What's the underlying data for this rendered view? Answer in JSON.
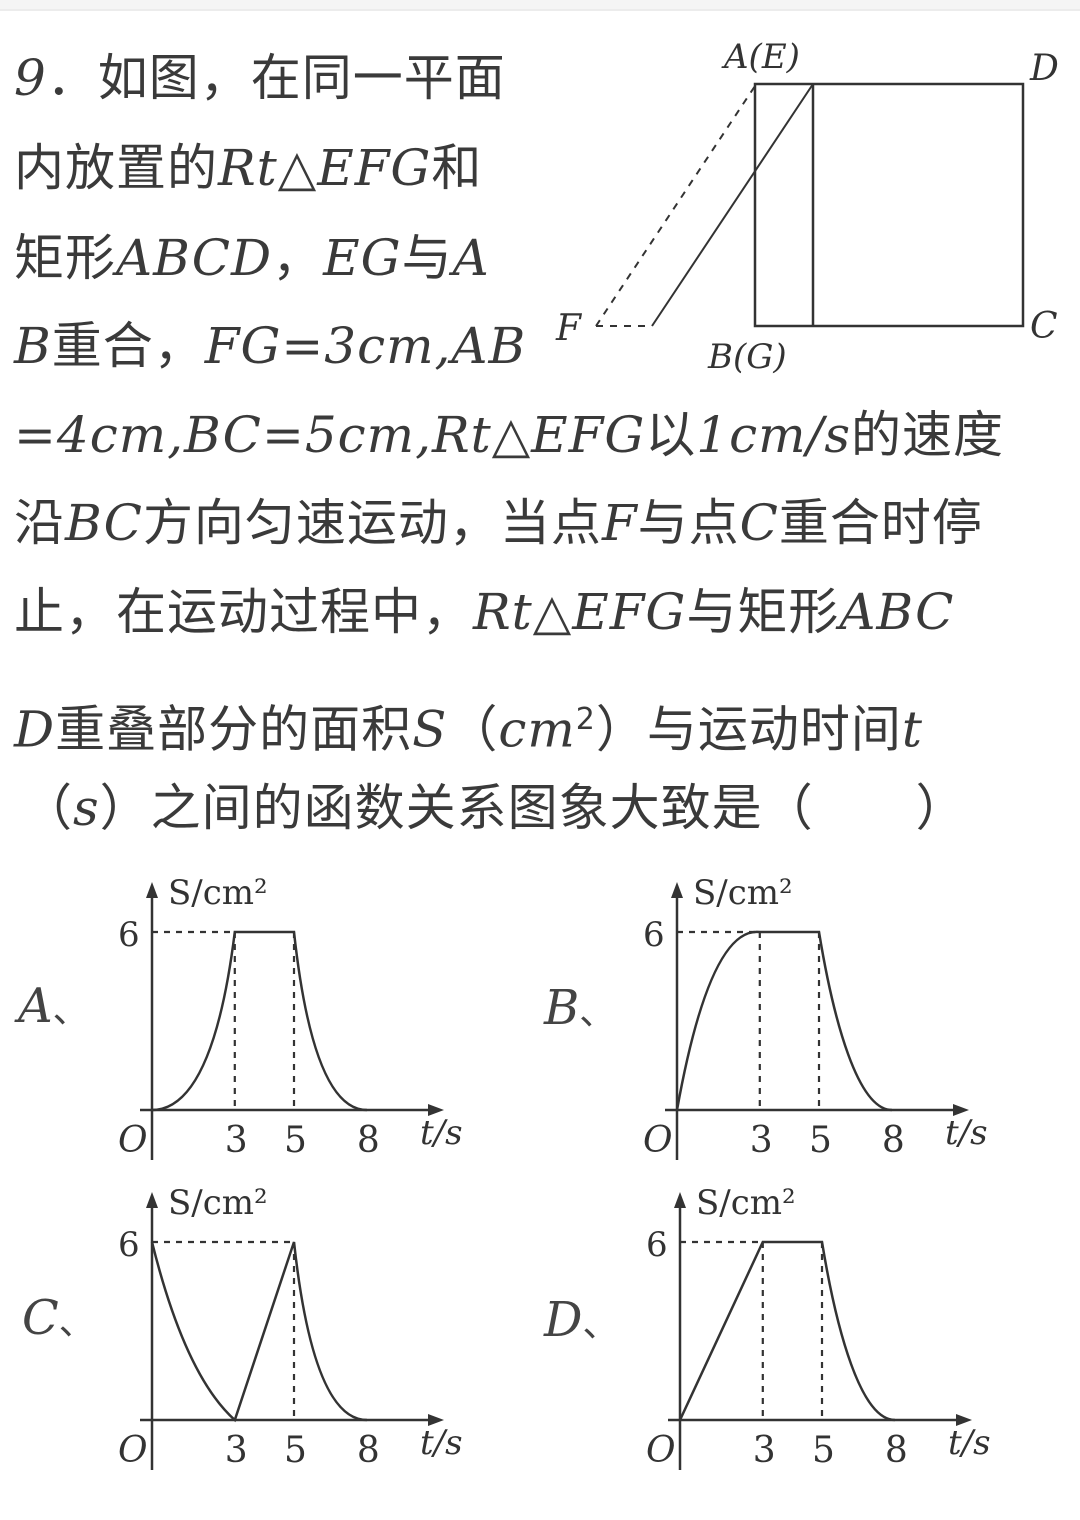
{
  "question": {
    "number": "9",
    "lines": [
      [
        {
          "t": "9",
          "m": true
        },
        {
          "t": "．如图，在同一平面"
        }
      ],
      [
        {
          "t": "内放置的"
        },
        {
          "t": "Rt△EFG",
          "m": true
        },
        {
          "t": "和"
        }
      ],
      [
        {
          "t": "矩形"
        },
        {
          "t": "ABCD",
          "m": true
        },
        {
          "t": "，"
        },
        {
          "t": "EG",
          "m": true
        },
        {
          "t": "与"
        },
        {
          "t": "A",
          "m": true
        }
      ],
      [
        {
          "t": "B",
          "m": true
        },
        {
          "t": "重合，"
        },
        {
          "t": "FG=3cm,AB",
          "m": true
        }
      ],
      [
        {
          "t": "=4cm,BC=5cm,Rt△EFG",
          "m": true
        },
        {
          "t": "以"
        },
        {
          "t": "1cm/s",
          "m": true
        },
        {
          "t": "的速度"
        }
      ],
      [
        {
          "t": "沿"
        },
        {
          "t": "BC",
          "m": true
        },
        {
          "t": "方向匀速运动，当点"
        },
        {
          "t": "F",
          "m": true
        },
        {
          "t": "与点"
        },
        {
          "t": "C",
          "m": true
        },
        {
          "t": "重合时停"
        }
      ],
      [
        {
          "t": "止，在运动过程中，"
        },
        {
          "t": "Rt△EFG",
          "m": true
        },
        {
          "t": "与矩形"
        },
        {
          "t": "ABC",
          "m": true
        }
      ],
      [
        {
          "t": "D",
          "m": true
        },
        {
          "t": "重叠部分的面积"
        },
        {
          "t": "S",
          "m": true
        },
        {
          "t": "（"
        },
        {
          "t": "cm",
          "m": true
        },
        {
          "t": "2",
          "sup": true
        },
        {
          "t": "）与运动时间"
        },
        {
          "t": "t",
          "m": true
        }
      ],
      [
        {
          "t": "（"
        },
        {
          "t": "s",
          "m": true
        },
        {
          "t": "）之间的函数关系图象大致是（　　）"
        }
      ]
    ]
  },
  "figure": {
    "labels": {
      "AE": "A(E)",
      "D": "D",
      "C": "C",
      "F": "F",
      "BG": "B(G)"
    },
    "given": {
      "FG_cm": 3,
      "AB_cm": 4,
      "BC_cm": 5,
      "speed_cm_per_s": 1
    }
  },
  "options": [
    {
      "label": "A",
      "sep": "、"
    },
    {
      "label": "B",
      "sep": "、"
    },
    {
      "label": "C",
      "sep": "、"
    },
    {
      "label": "D",
      "sep": "、"
    }
  ],
  "axis": {
    "y_label": "S/cm²",
    "x_label": "t/s",
    "origin": "O",
    "y_tick": "6",
    "x_ticks": [
      "3",
      "5",
      "8"
    ]
  },
  "chart_data": [
    {
      "type": "line",
      "title": "A",
      "xlabel": "t/s",
      "ylabel": "S/cm²",
      "x_ticks": [
        3,
        5,
        8
      ],
      "y_ticks": [
        6
      ],
      "series": [
        {
          "name": "S",
          "shape": "concave-up rise 0→3, flat 3→5, concave-up fall 5→8",
          "x": [
            0,
            1,
            2,
            3,
            5,
            6,
            7,
            8
          ],
          "y": [
            0,
            0.7,
            2.7,
            6,
            6,
            2.2,
            0.6,
            0
          ]
        }
      ],
      "xlim": [
        0,
        8
      ],
      "ylim": [
        0,
        6
      ],
      "grid": false
    },
    {
      "type": "line",
      "title": "B",
      "xlabel": "t/s",
      "ylabel": "S/cm²",
      "x_ticks": [
        3,
        5,
        8
      ],
      "y_ticks": [
        6
      ],
      "series": [
        {
          "name": "S",
          "shape": "concave-down rise 0→3, flat 3→5, fall 5→8",
          "x": [
            0,
            1,
            2,
            3,
            5,
            6,
            7,
            8
          ],
          "y": [
            0,
            3.3,
            5.3,
            6,
            6,
            3.3,
            0.7,
            0
          ]
        }
      ],
      "xlim": [
        0,
        8
      ],
      "ylim": [
        0,
        6
      ],
      "grid": false
    },
    {
      "type": "line",
      "title": "C",
      "xlabel": "t/s",
      "ylabel": "S/cm²",
      "x_ticks": [
        3,
        5,
        8
      ],
      "y_ticks": [
        6
      ],
      "series": [
        {
          "name": "S",
          "shape": "fall 6→0 over 0→3, linear rise 3→5, concave-up fall 5→8",
          "x": [
            0,
            1,
            2,
            3,
            5,
            6,
            7,
            8
          ],
          "y": [
            6,
            3.3,
            1.3,
            0,
            6,
            2.2,
            0.6,
            0
          ]
        }
      ],
      "xlim": [
        0,
        8
      ],
      "ylim": [
        0,
        6
      ],
      "grid": false
    },
    {
      "type": "line",
      "title": "D",
      "xlabel": "t/s",
      "ylabel": "S/cm²",
      "x_ticks": [
        3,
        5,
        8
      ],
      "y_ticks": [
        6
      ],
      "series": [
        {
          "name": "S",
          "shape": "linear rise 0→3, flat 3→5, concave-up fall 5→8",
          "x": [
            0,
            3,
            5,
            6,
            7,
            8
          ],
          "y": [
            0,
            6,
            6,
            2.7,
            0.7,
            0
          ]
        }
      ],
      "xlim": [
        0,
        8
      ],
      "ylim": [
        0,
        6
      ],
      "grid": false
    }
  ]
}
